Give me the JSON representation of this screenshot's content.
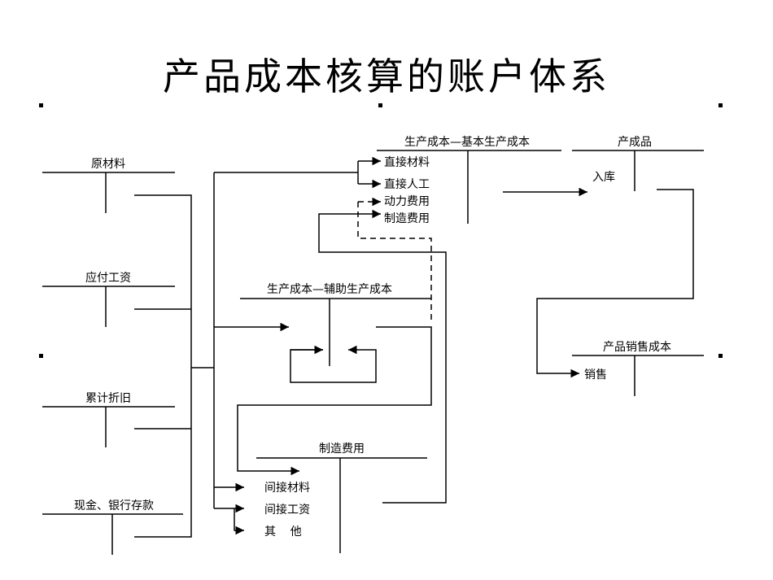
{
  "title": "产品成本核算的账户体系",
  "accounts": {
    "raw_materials": "原材料",
    "wages_payable": "应付工资",
    "accum_depreciation": "累计折旧",
    "cash_bank": "现金、银行存款",
    "basic_production": "生产成本—基本生产成本",
    "auxiliary_production": "生产成本—辅助生产成本",
    "manufacturing_overhead": "制造费用",
    "finished_goods": "产成品",
    "cost_of_sales": "产品销售成本"
  },
  "basic_items": [
    "直接材料",
    "直接人工",
    "动力费用",
    "制造费用"
  ],
  "overhead_items": [
    "间接材料",
    "间接工资",
    "其    他"
  ],
  "labels": {
    "warehousing": "入库",
    "sales": "销售"
  }
}
